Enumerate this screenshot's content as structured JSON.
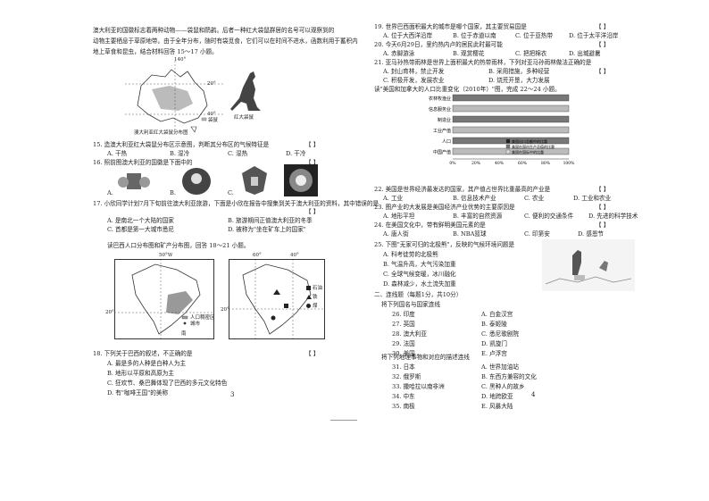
{
  "left": {
    "intro": [
      "澳大利亚的国徽标志着两种动物——袋鼠和鸸鹋。后者一种红大袋鼠群居的名号可以观察到的",
      "动物主要栖息于草原地带。由于全年分布，随时有袋觅食，它们可以在时间不进水，函数利用于蓄积内",
      "地上草食和昆虫，结合材料回答 15～17 小题。"
    ],
    "map": {
      "lon": "140°",
      "lat_n": "20°",
      "lat_s": "40°",
      "legend": "袋鼠",
      "caption": "澳大利亚红大袋鼠分布图"
    },
    "kangaroo_caption": "红大袋鼠",
    "q15": {
      "stem": "15. 造澳大利亚红大袋鼠分布区示意图，判断其分布区的气候特征是",
      "bracket": "【              】",
      "opts": [
        "A. 干热",
        "B. 湿冷",
        "C. 湿热",
        "D. 干冷"
      ]
    },
    "q16": {
      "stem": "16. 照前图澳大利亚的国徽是下面中的",
      "bracket": "【              】",
      "opts": [
        "A.",
        "B.",
        "C.",
        "D."
      ]
    },
    "q17": {
      "stem": "17. 小欣同学计划7月下旬前往澳大利亚旅游，下面是小欣在报告中搜集到关于澳大利亚的资料，其中错误的是",
      "bracket": "【              】",
      "opts": [
        "A. 是南北一个大陆的国家",
        "B. 旅游期间正值澳大利亚的冬季",
        "C. 首都是第一大城市悉尼",
        "D. 被称为\"坐在矿车上的国家\""
      ]
    },
    "intro2": "读巴西人口分布图和矿产分布图，回答 18～21 小题。",
    "brazil1": {
      "lon": "50°W",
      "lat": "20°",
      "tropic": "南",
      "legend": [
        "人口稠密区",
        "城市"
      ]
    },
    "brazil2": {
      "lon1": "60°",
      "lon2": "40°",
      "lat": "20°",
      "legend": [
        "石油",
        "铁",
        "煤"
      ]
    },
    "q18": {
      "stem": "18. 下列关于巴西的叙述，不正确的是",
      "bracket": "【              】",
      "opts": [
        "A. 最是多的人种是白种人为主",
        "B. 地形以平原和高原为主",
        "C. 狂欢节、桑巴舞体现了巴西的多元文化特色",
        "D. 有\"咖啡王国\"的美称"
      ]
    },
    "page_no": "3"
  },
  "right": {
    "q19": {
      "stem": "19. 世界巴西面积最大的城市是哪个国家，其主要贸易国是",
      "bracket": "【              】",
      "opts": [
        "A. 位于大西洋沿岸",
        "B. 位于赤道以南",
        "C. 位于亚热带",
        "D. 位于太平洋沿岸"
      ]
    },
    "q20": {
      "stem": "20. 今天6月29日，里约热内卢的居民此时最可能",
      "bracket": "【              】",
      "opts": [
        "A. 赤脚游泳",
        "B. 观赏樱花",
        "C. 把把棉衣",
        "D. 出城避暑"
      ]
    },
    "q21": {
      "stem": "21. 亚马孙热带雨林是世界上面积最大的热带雨林，下列对亚马孙雨林做法正确的是",
      "bracket": "【              】",
      "opts": [
        "A. 封山育林，禁止开发",
        "B. 采用措施，多种经营",
        "C. 积极开发，发展农业",
        "D. 烧荒开垦，大力发展"
      ]
    },
    "intro": "读\"美国和加拿大的人口比重变化（2010年）\"图，完成 22～24 小题。",
    "chart_data": {
      "type": "bar",
      "categories": [
        "农林牧渔业",
        "信息服务业",
        "制造业",
        "工业产值",
        "人口",
        "中国产值"
      ],
      "legend": [
        "美国出口总额中的比重",
        "美国在国内生产总值的比重",
        "美国在国际中的比重"
      ],
      "xticks": [
        "0%",
        "20%",
        "40%",
        "60%",
        "80%",
        "100%"
      ]
    },
    "q22": {
      "stem": "22. 美国是世界经济最发达的国家，其产值占世界比重最高的产业是",
      "bracket": "【              】",
      "opts": [
        "A. 工业",
        "B. 信息技术产业",
        "C. 农业",
        "D. 工业和农业"
      ]
    },
    "q23": {
      "stem": "23. 图产业的大发展是美国经济产业优势的主要原因是",
      "bracket": "【              】",
      "opts": [
        "A. 地形平坦",
        "B. 丰富的自然资源",
        "C. 便利的交通条件",
        "D. 先进的科学技术"
      ]
    },
    "q24": {
      "stem": "24. 在美国文化中，带有鲜明美国元素的是",
      "bracket": "【              】",
      "opts": [
        "A. 唐人街",
        "B. NBA篮球",
        "C. 印第安",
        "D. 感恩节"
      ]
    },
    "q25": {
      "stem": "25. 下图\"无家可归的北极熊\"，反映的气候环境问题是",
      "bracket": "【              】",
      "opts": [
        "A. 科考徒劳的北极熊",
        "B. 气温升高，大气污染加重",
        "C. 全球气候变暖，冰川融化",
        "D. 森林减少，水土流失加重"
      ]
    },
    "sec2": "二、连线题（每题1分，共10分）",
    "match1_title": "将下列国名与国家连线",
    "match1": [
      [
        "26. 印度",
        "A. 白金汉宫"
      ],
      [
        "27. 英国",
        "B. 泰姬陵"
      ],
      [
        "28. 澳大利亚",
        "C. 悉尼歌剧院"
      ],
      [
        "29. 法国",
        "D. 凯旋门"
      ],
      [
        "30. 美国",
        "E. 卢浮宫"
      ]
    ],
    "match2_title": "将下列地理事物和对应的描述连线",
    "match2": [
      [
        "31. 日本",
        "A. 世界加油站"
      ],
      [
        "32. 俄罗斯",
        "B. 东西方兼容的文化"
      ],
      [
        "33. 撒哈拉以南非洲",
        "C. 黑种人的故乡"
      ],
      [
        "34. 中东",
        "D. 地跨欧亚"
      ],
      [
        "35. 南极",
        "E. 风暴大陆"
      ]
    ],
    "page_no": "4"
  },
  "colors": {
    "ink": "#222222",
    "bar_dark": "#555555",
    "bar_light": "#cccccc"
  }
}
